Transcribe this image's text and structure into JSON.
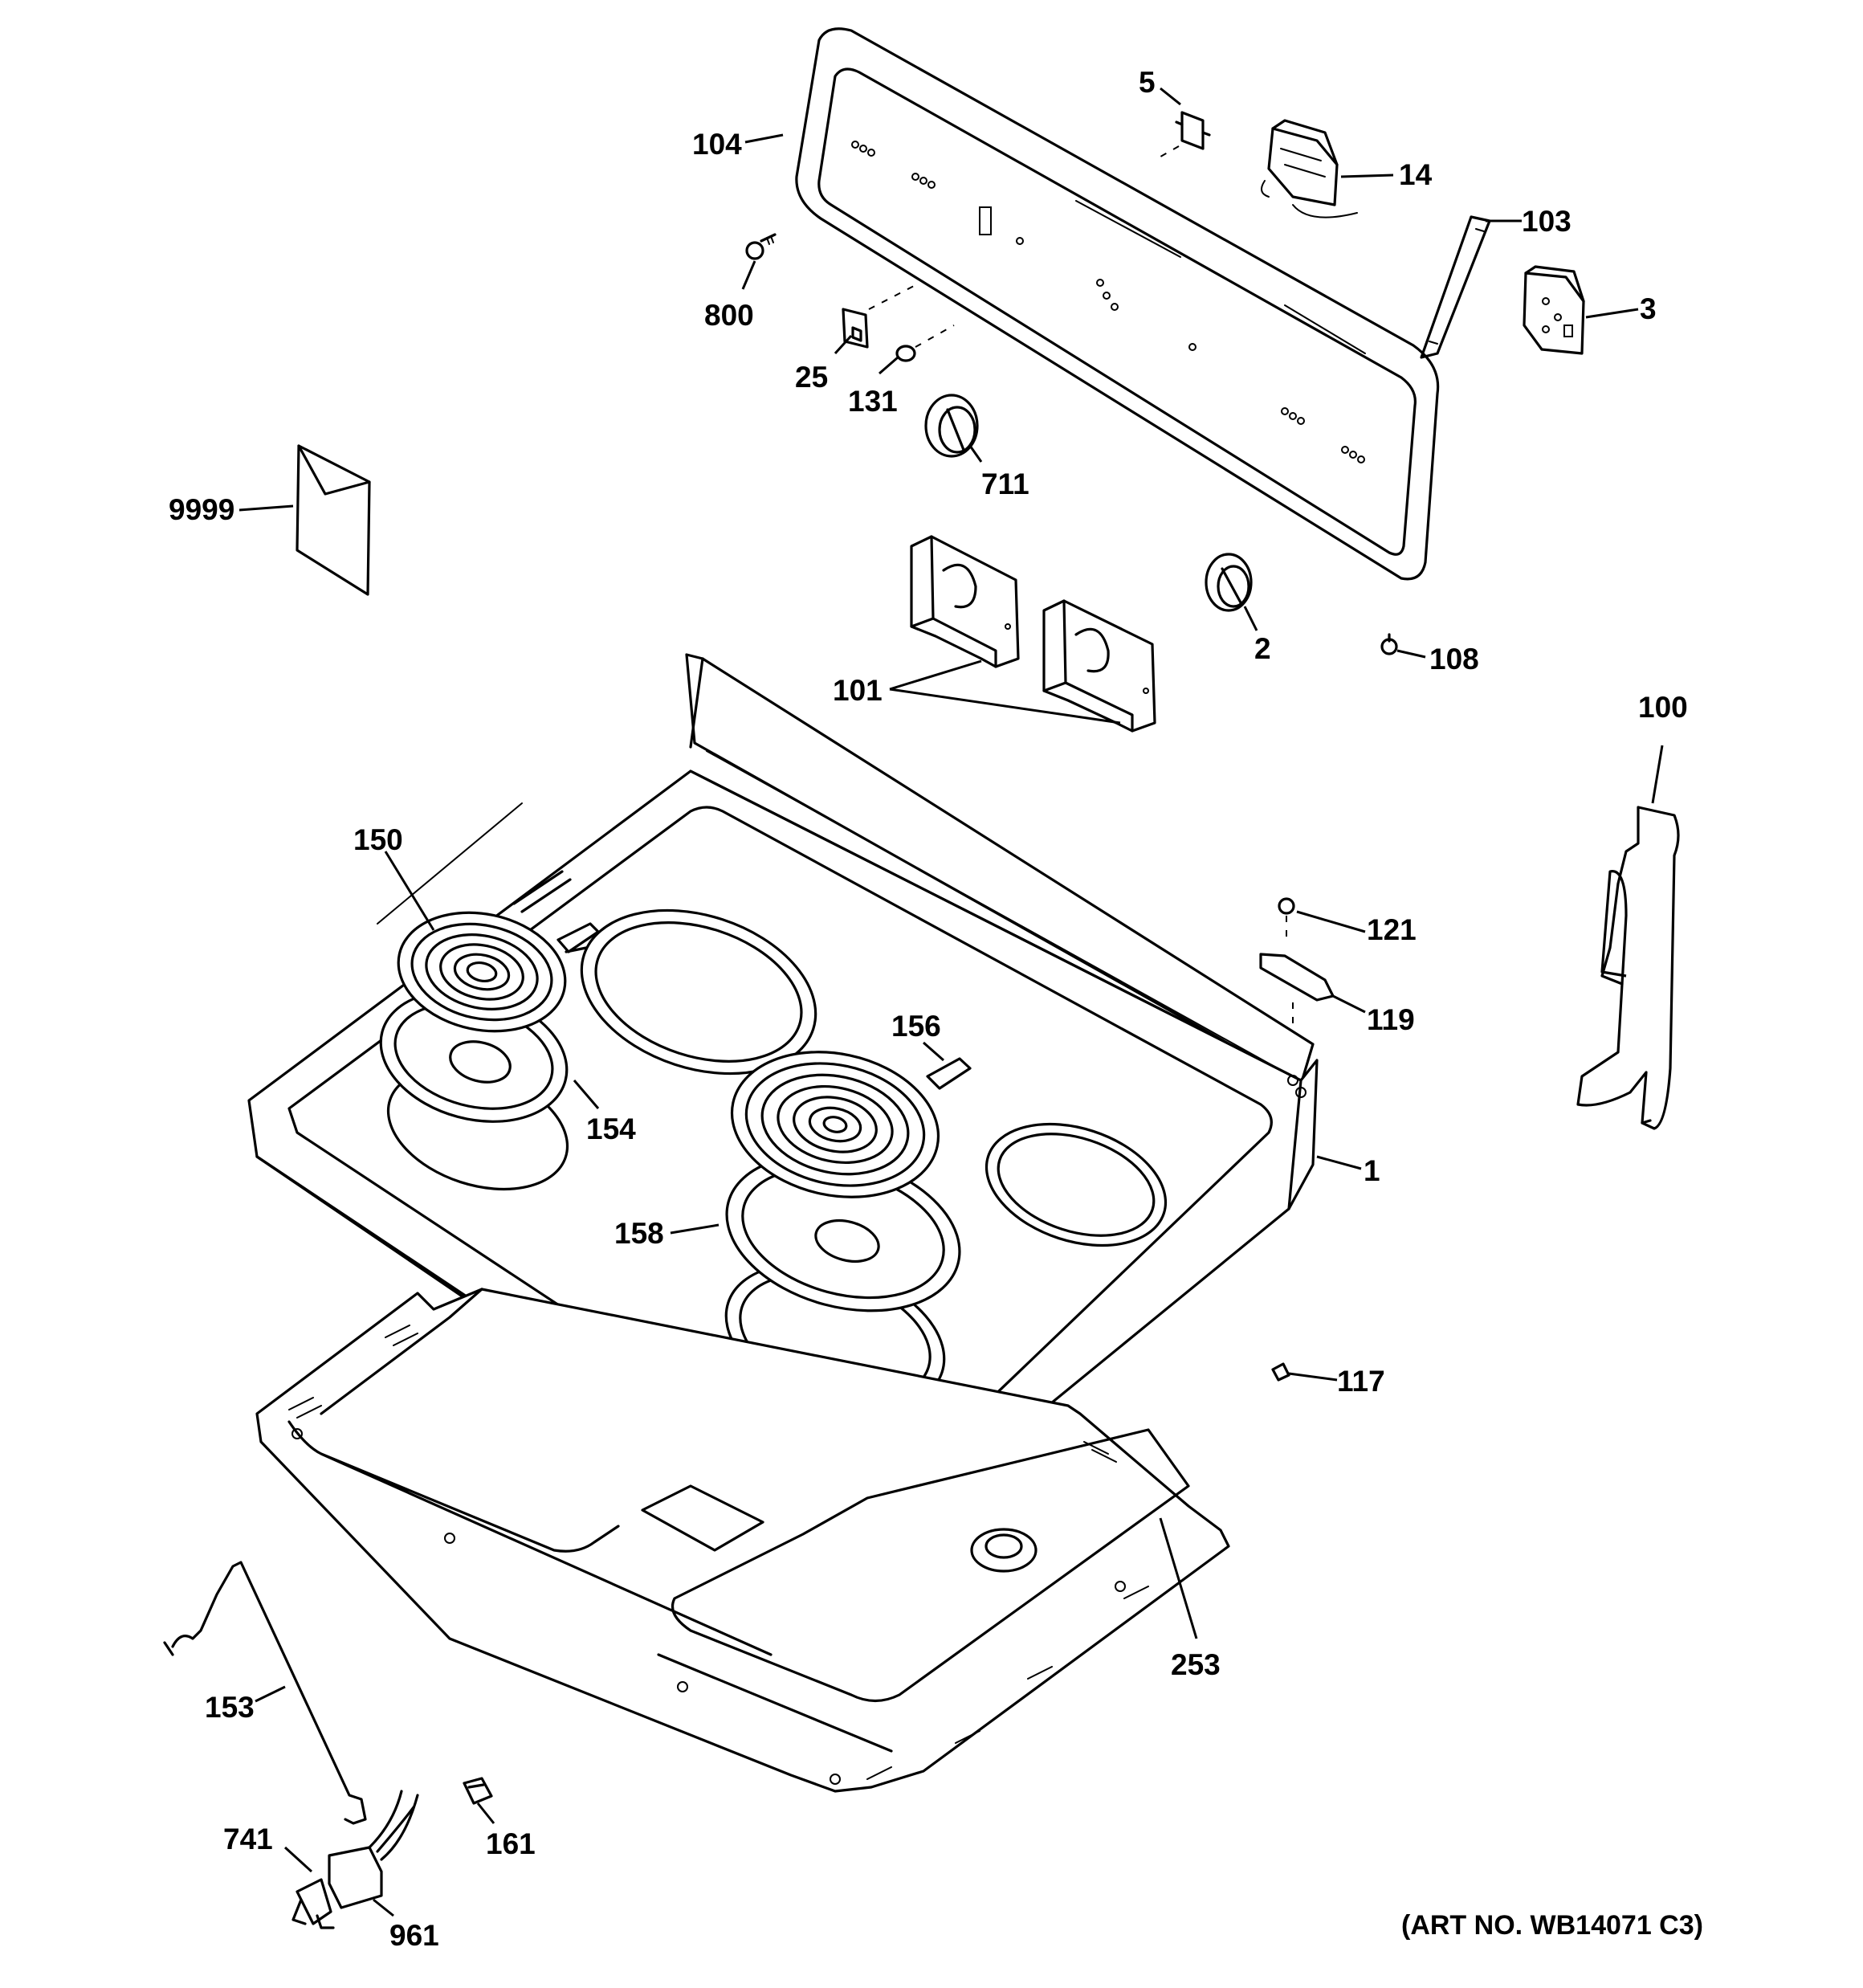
{
  "diagram": {
    "art_number": "(ART NO. WB14071 C3)",
    "callouts": {
      "c104": "104",
      "c5": "5",
      "c14": "14",
      "c103": "103",
      "c3": "3",
      "c800": "800",
      "c25": "25",
      "c131": "131",
      "c711": "711",
      "c9999": "9999",
      "c2": "2",
      "c108": "108",
      "c101": "101",
      "c100": "100",
      "c150": "150",
      "c121": "121",
      "c119": "119",
      "c156": "156",
      "c154": "154",
      "c1": "1",
      "c158": "158",
      "c117": "117",
      "c253": "253",
      "c153": "153",
      "c741": "741",
      "c161": "161",
      "c961": "961"
    }
  }
}
